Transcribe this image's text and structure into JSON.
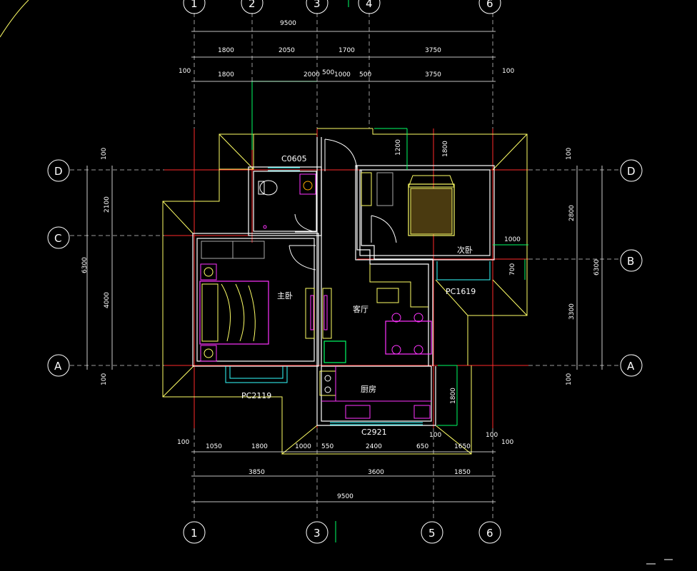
{
  "axes": {
    "top": [
      "1",
      "2",
      "3",
      "4",
      "6"
    ],
    "bottom": [
      "1",
      "3",
      "5",
      "6"
    ],
    "left": [
      "D",
      "C",
      "A"
    ],
    "right": [
      "D",
      "B",
      "A"
    ]
  },
  "top_dims": {
    "total": "9500",
    "row1": [
      "1800",
      "2050",
      "1700",
      "3750"
    ],
    "row2": [
      "1800",
      "2000",
      "500",
      "1000",
      "500",
      "3750"
    ],
    "edge_left": "100",
    "edge_right": "100"
  },
  "bottom_dims": {
    "total": "9500",
    "row1": [
      "3850",
      "3600",
      "1850"
    ],
    "row2": [
      "1050",
      "1800",
      "1000",
      "550",
      "2400",
      "650",
      "1650"
    ],
    "edge_left": "100",
    "edge_right": "100",
    "inner": "100",
    "inner2": "100"
  },
  "left_dims": {
    "total": "6300",
    "parts": [
      "2100",
      "4000"
    ],
    "top": "100",
    "bottom": "100"
  },
  "right_dims": {
    "total": "6300",
    "parts": [
      "2800",
      "3300"
    ],
    "top": "100",
    "bottom": "100"
  },
  "inner_dims": {
    "d1": "1200",
    "d2": "1800",
    "d3": "1000",
    "d4": "700",
    "d5": "1800"
  },
  "rooms": {
    "master_bedroom": "主卧",
    "second_bedroom": "次卧",
    "living_room": "客厅",
    "kitchen": "厨房"
  },
  "windows": {
    "c0605": "C0605",
    "pc1619": "PC1619",
    "pc2119": "PC2119",
    "c2921": "C2921"
  },
  "colors": {
    "background": "#000000",
    "wall": "#ffffff",
    "axis_line": "#ff2a2a",
    "roof_line": "#ffff66",
    "dim_line": "#00ff66",
    "furniture": "#ff33ff",
    "window": "#33ffff"
  }
}
